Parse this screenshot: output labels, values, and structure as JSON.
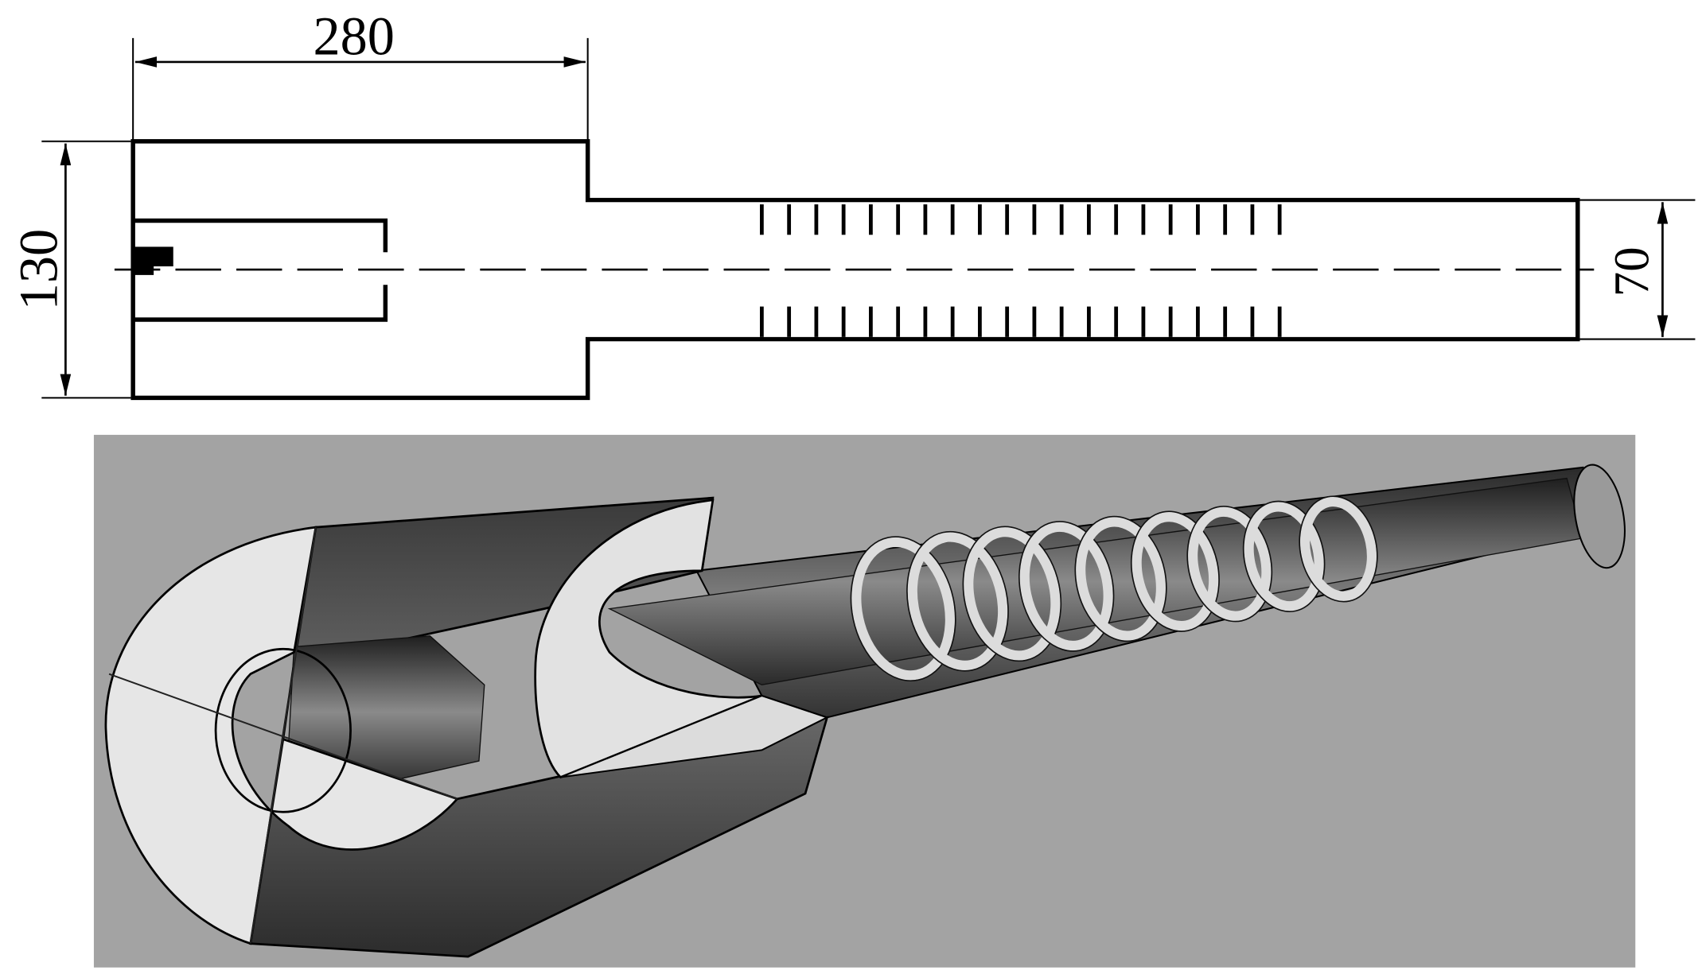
{
  "drawing": {
    "dimensions": {
      "length_label": "280",
      "outer_diameter_label": "130",
      "inner_diameter_label": "70"
    }
  },
  "model_3d": {
    "background_color": "#a3a3a3",
    "shell_color": "#4f4f4f",
    "section_face_color": "#e2e2e2"
  }
}
